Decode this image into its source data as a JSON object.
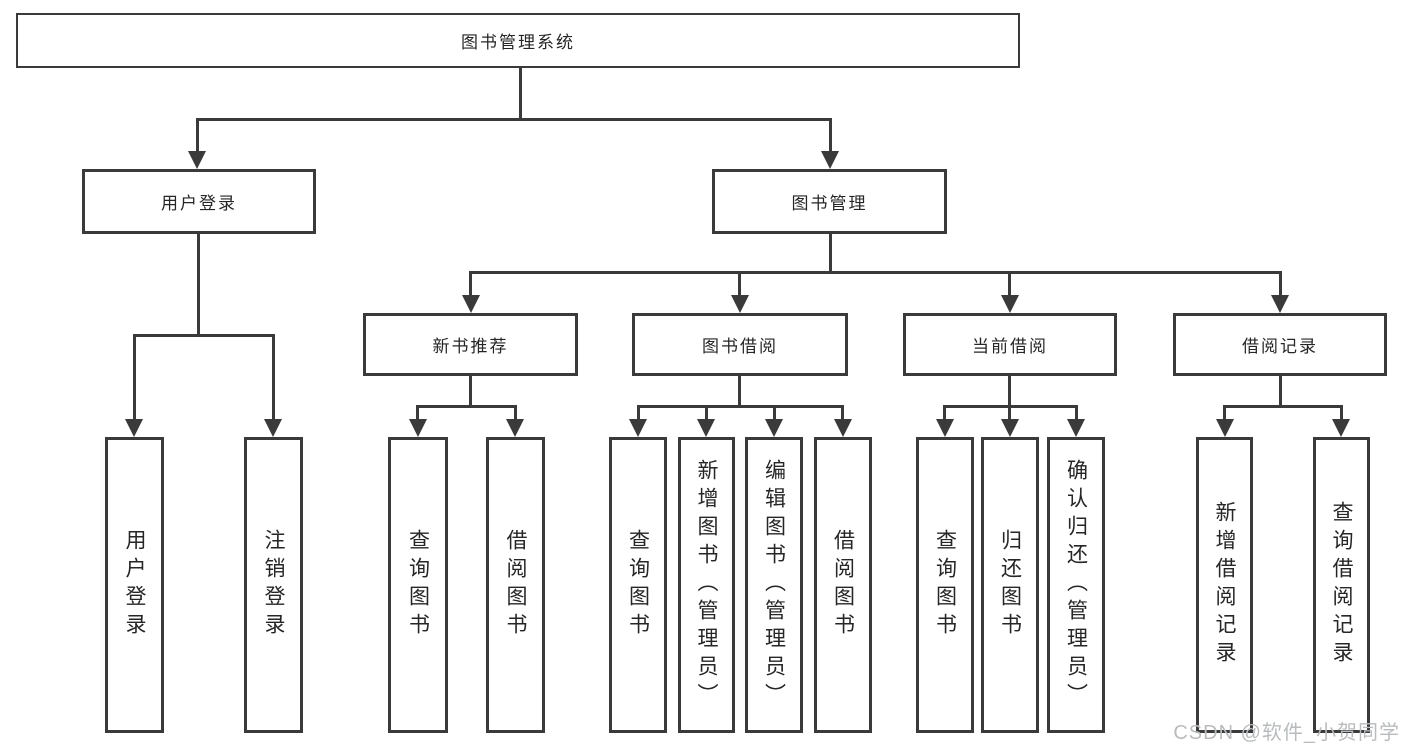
{
  "tree": {
    "root": {
      "label": "图书管理系统"
    },
    "branches": [
      {
        "label": "用户登录",
        "children": [
          {
            "label": "用户登录"
          },
          {
            "label": "注销登录"
          }
        ]
      },
      {
        "label": "图书管理",
        "children": [
          {
            "label": "新书推荐",
            "children": [
              {
                "label": "查询图书"
              },
              {
                "label": "借阅图书"
              }
            ]
          },
          {
            "label": "图书借阅",
            "children": [
              {
                "label": "查询图书"
              },
              {
                "label": "新增图书（管理员）"
              },
              {
                "label": "编辑图书（管理员）"
              },
              {
                "label": "借阅图书"
              }
            ]
          },
          {
            "label": "当前借阅",
            "children": [
              {
                "label": "查询图书"
              },
              {
                "label": "归还图书"
              },
              {
                "label": "确认归还（管理员）"
              }
            ]
          },
          {
            "label": "借阅记录",
            "children": [
              {
                "label": "新增借阅记录"
              },
              {
                "label": "查询借阅记录"
              }
            ]
          }
        ]
      }
    ]
  },
  "watermark": {
    "text": "CSDN @软件_小贺同学"
  },
  "colors": {
    "line": "#3a3a3a",
    "text": "#262626",
    "watermark": "#b9bcbe",
    "background": "#ffffff"
  }
}
